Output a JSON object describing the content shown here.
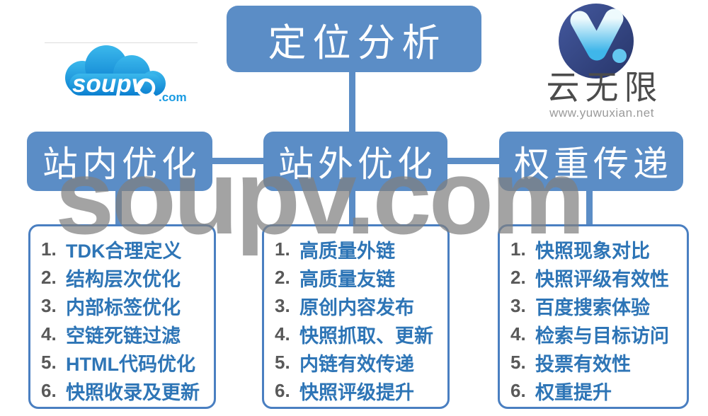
{
  "watermark": "soupv.com",
  "root_node": {
    "title": "定位分析"
  },
  "logos": {
    "soupv": {
      "name": "soupv",
      "tld": ".com"
    },
    "yuwuxian": {
      "name": "云无限",
      "url": "www.yuwuxian.net"
    }
  },
  "branches": [
    {
      "title": "站内优化",
      "items": [
        {
          "num": "1.",
          "text": "TDK合理定义"
        },
        {
          "num": "2.",
          "text": "结构层次优化"
        },
        {
          "num": "3.",
          "text": "内部标签优化"
        },
        {
          "num": "4.",
          "text": "空链死链过滤"
        },
        {
          "num": "5.",
          "text": "HTML代码优化"
        },
        {
          "num": "6.",
          "text": "快照收录及更新"
        }
      ]
    },
    {
      "title": "站外优化",
      "items": [
        {
          "num": "1.",
          "text": "高质量外链"
        },
        {
          "num": "2.",
          "text": "高质量友链"
        },
        {
          "num": "3.",
          "text": "原创内容发布"
        },
        {
          "num": "4.",
          "text": "快照抓取、更新"
        },
        {
          "num": "5.",
          "text": "内链有效传递"
        },
        {
          "num": "6.",
          "text": "快照评级提升"
        }
      ]
    },
    {
      "title": "权重传递",
      "items": [
        {
          "num": "1.",
          "text": "快照现象对比"
        },
        {
          "num": "2.",
          "text": "快照评级有效性"
        },
        {
          "num": "3.",
          "text": "百度搜索体验"
        },
        {
          "num": "4.",
          "text": "检索与目标访问"
        },
        {
          "num": "5.",
          "text": "投票有效性"
        },
        {
          "num": "6.",
          "text": "权重提升"
        }
      ]
    }
  ],
  "colors": {
    "node_blue": "#5b8dc6",
    "connector_blue": "#5b8dc6",
    "list_border_blue": "#4a7fc1",
    "item_text_blue": "#2e75b6",
    "item_number_gray": "#595959",
    "watermark_gray": "#808080",
    "soupv_com_blue": "#1a9be2",
    "yuwuxian_circle_navy": "#34468a"
  }
}
